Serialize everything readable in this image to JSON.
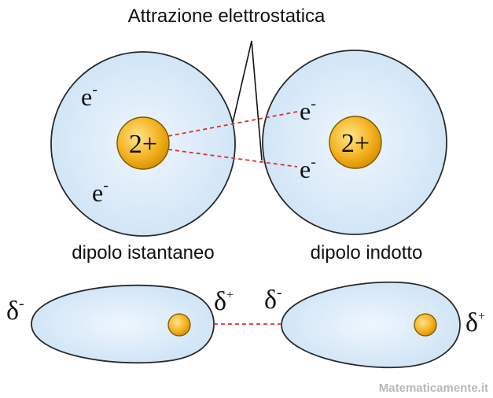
{
  "title": "Attrazione elettrostatica",
  "atom_left": {
    "nucleus": "2+",
    "electrons": [
      {
        "symbol": "e",
        "charge": "-"
      },
      {
        "symbol": "e",
        "charge": "-"
      }
    ]
  },
  "atom_right": {
    "nucleus": "2+",
    "electrons": [
      {
        "symbol": "e",
        "charge": "-"
      },
      {
        "symbol": "e",
        "charge": "-"
      }
    ]
  },
  "label_left": "dipolo istantaneo",
  "label_right": "dipolo indotto",
  "dipole_left": {
    "neg": {
      "symbol": "δ",
      "charge": "-"
    },
    "pos": {
      "symbol": "δ",
      "charge": "+"
    }
  },
  "dipole_right": {
    "neg": {
      "symbol": "δ",
      "charge": "-"
    },
    "pos": {
      "symbol": "δ",
      "charge": "+"
    }
  },
  "watermark": "Matematicamente.it",
  "colors": {
    "cloud_fill": "#d7eaf8",
    "cloud_stroke": "#2a2a2a",
    "nucleus_fill": "#f4b21c",
    "nucleus_stroke": "#7a5a00",
    "attraction_line": "#d9332b"
  }
}
